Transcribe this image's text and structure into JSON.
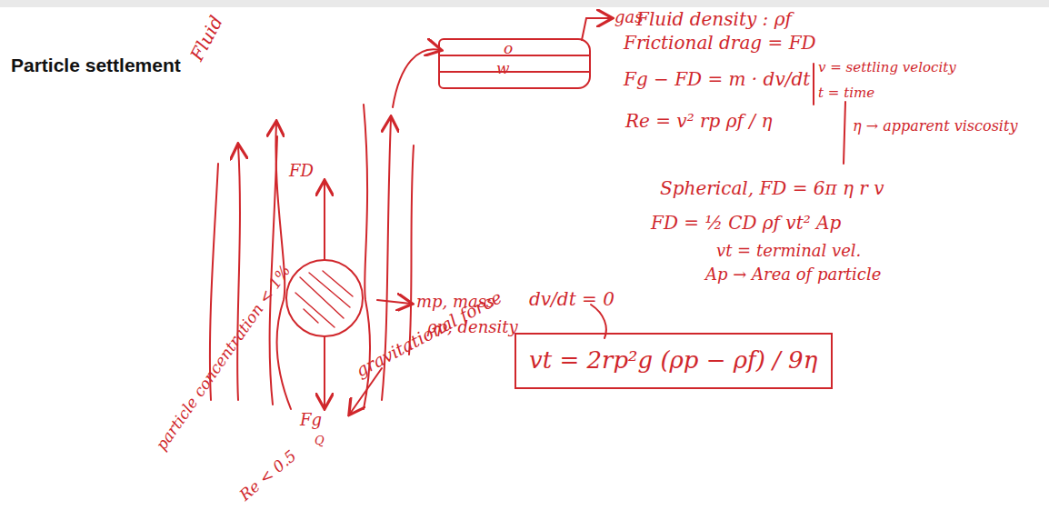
{
  "diagram": {
    "title": "Particle settlement",
    "nodes": [
      {
        "text": [
          "o",
          "w"
        ]
      },
      {
        "text": [
          "vt = 2rp²g (ρp − ρf) / 9η"
        ]
      }
    ],
    "labels": [
      "Fluid",
      "FD",
      "Fg",
      "Q",
      "gravitational force",
      "mp, mass",
      "ρp, density",
      "gas",
      "Fluid density : ρf",
      "Frictional drag = FD",
      "Fg − FD = m · dv/dt",
      "v = settling velocity",
      "t = time",
      "Re = v² rp ρf / η",
      "η → apparent viscosity",
      "Spherical, FD = 6π η r v",
      "FD = ½ CD ρf vt² Ap",
      "vt = terminal vel.",
      "Ap → Area of particle",
      "dv/dt = 0",
      "particle concentration < 1%",
      "Re < 0.5"
    ]
  }
}
